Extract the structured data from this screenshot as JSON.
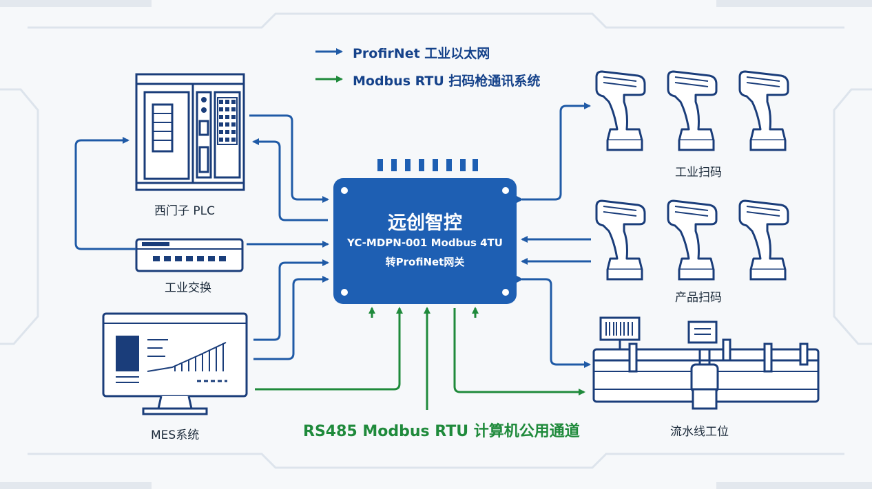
{
  "legend": {
    "blue_label": "ProfirNet  工业以太网",
    "green_label": "Modbus RTU 扫码枪通讯系统"
  },
  "gateway": {
    "title": "远创智控",
    "line1": "YC-MDPN-001 Modbus 4TU",
    "line2": "转ProfiNet网关"
  },
  "devices": {
    "plc": "西门子 PLC",
    "switch": "工业交换",
    "mes": "MES系统",
    "industrial_scan": "工业扫码",
    "product_scan": "产品扫码",
    "line_station": "流水线工位"
  },
  "bus_label": "RS485 Modbus RTU 计算机公用通道",
  "colors": {
    "blue": "#1f5aa6",
    "green": "#1f8a3b",
    "gateway_fill": "#1e5fb3",
    "outline": "#1a3d7a"
  },
  "icons": [
    "plc-cabinet-icon",
    "network-switch-icon",
    "monitor-icon",
    "barcode-scanner-icon",
    "conveyor-station-icon"
  ]
}
